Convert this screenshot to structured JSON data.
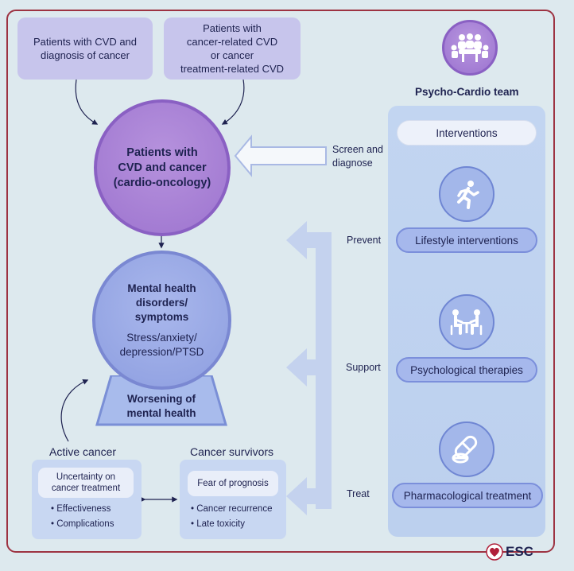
{
  "sources": {
    "left": [
      "Patients with CVD and",
      "diagnosis of cancer"
    ],
    "right": [
      "Patients with",
      "cancer-related CVD",
      "or cancer",
      "treatment-related CVD"
    ]
  },
  "top_circle": [
    "Patients with",
    "CVD and cancer",
    "(cardio-oncology)"
  ],
  "mid_circle": {
    "title": [
      "Mental health",
      "disorders/",
      "symptoms"
    ],
    "sub": [
      "Stress/anxiety/",
      "depression/PTSD"
    ]
  },
  "base_label": [
    "Worsening of",
    "mental health"
  ],
  "active_cancer": {
    "title": "Active cancer",
    "pill": [
      "Uncertainty on",
      "cancer treatment"
    ],
    "bullets": [
      "Effectiveness",
      "Complications"
    ]
  },
  "survivors": {
    "title": "Cancer survivors",
    "pill": "Fear of prognosis",
    "bullets": [
      "Cancer recurrence",
      "Late toxicity"
    ]
  },
  "screen_label": [
    "Screen and",
    "diagnose"
  ],
  "arrow_labels": {
    "prevent": "Prevent",
    "support": "Support",
    "treat": "Treat"
  },
  "team": {
    "title": "Psycho-Cardio team",
    "interventions": "Interventions",
    "lifestyle": "Lifestyle interventions",
    "psych": "Psychological therapies",
    "pharma": "Pharmacological treatment"
  },
  "logo": "ESC",
  "icons": [
    "team-meeting-icon",
    "runner-icon",
    "therapy-session-icon",
    "pills-icon",
    "heart-logo-icon"
  ],
  "colors": {
    "border": "#9d3342",
    "purple": "#9d74cf",
    "blue": "#8d9ee0",
    "panel": "#c2d5f1"
  }
}
